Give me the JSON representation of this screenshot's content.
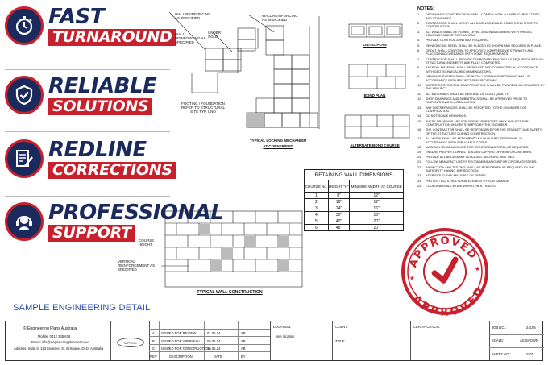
{
  "features": [
    {
      "line1": "FAST",
      "line2": "TURNAROUND",
      "icon": "stopwatch-icon"
    },
    {
      "line1": "RELIABLE",
      "line2": "SOLUTIONS",
      "icon": "shield-check-icon"
    },
    {
      "line1": "REDLINE",
      "line2": "CORRECTIONS",
      "icon": "document-pen-icon"
    },
    {
      "line1": "PROFESSIONAL",
      "line2": "SUPPORT",
      "icon": "headset-icon"
    }
  ],
  "drawing": {
    "locking_title": "TYPICAL LOCKING MECHANISM",
    "locking_sub": "AT CORNER/END",
    "lintel_title": "LINTEL PLAN",
    "bond_title": "BOND PLAN",
    "alt_bond_title": "ALTERNATE BOND COURSE",
    "wall_title": "TYPICAL WALL CONSTRUCTION",
    "footing_label": "FOOTING / FOUNDATION REFER TO STRUCTURAL SITE TYP. UNO",
    "wall_reinf_1": "WALL REINFORCING AS SPECIFIED",
    "wall_reinf_2": "WALL REINFORCING AS SPECIFIED",
    "wall_reinf_3": "WALL REINFORCING AS SPECIFIED",
    "under_sole": "UNDER SOLE",
    "course_height": "COURSE HEIGHT",
    "vert_reinf": "VERTICAL REINFORCEMENT AS SPECIFIED"
  },
  "notes_title": "NOTES:",
  "notes": [
    "DESIGN AND CONSTRUCTION SHALL COMPLY WITH ALL APPLICABLE CODES AND STANDARDS.",
    "CONTRACTOR SHALL VERIFY ALL DIMENSIONS AND CONDITIONS PRIOR TO CONSTRUCTION.",
    "ALL WALLS SHALL BE PLUMB, LEVEL, AND IN ALIGNMENT WITH PROJECT DRAWINGS AND SPECIFICATIONS.",
    "PROVIDE CONTROL JOINTS AS REQUIRED.",
    "REINFORCING STEEL SHALL BE PLACED AS SHOWN AND SECURED IN PLACE.",
    "GROUT SHALL CONFORM TO SPECIFIED COMPRESSIVE STRENGTH AND PLACED IN ACCORDANCE WITH CODE REQUIREMENTS.",
    "CONTRACTOR SHALL PROVIDE TEMPORARY BRACING AS REQUIRED UNTIL ALL STRUCTURAL ELEMENTS ARE FULLY COMPLETED.",
    "BACKFILL MATERIAL SHALL BE PLACED AND COMPACTED IN ACCORDANCE WITH GEOTECHNICAL RECOMMENDATIONS.",
    "DRAINAGE SYSTEM SHALL BE INSTALLED BEHIND RETAINING WALL IN ACCORDANCE WITH PROJECT SPECIFICATIONS.",
    "WATERPROOFING AND DAMPPROOFING SHALL BE PROVIDED AS REQUIRED BY THE PROJECT.",
    "ALL MATERIALS SHALL BE NEW AND OF GOOD QUALITY.",
    "SHOP DRAWINGS AND SUBMITTALS SHALL BE APPROVED PRIOR TO FABRICATION AND INSTALLATION.",
    "ANY DISCREPANCIES SHALL BE REPORTED TO THE ENGINEER FOR CLARIFICATION.",
    "DO NOT SCALE DRAWINGS.",
    "THESE DRAWINGS ARE FOR PERMIT PURPOSES ONLY AND NOT FOR CONSTRUCTION UNLESS STAMPED BY THE ENGINEER.",
    "THE CONTRACTOR SHALL BE RESPONSIBLE FOR THE STABILITY AND SAFETY OF THE STRUCTURE DURING CONSTRUCTION.",
    "ALL WORK SHALL BE PERFORMED BY QUALIFIED PERSONNEL IN ACCORDANCE WITH APPLICABLE CODES.",
    "MAINTAIN MINIMUM COVER FOR REINFORCING STEEL AS REQUIRED.",
    "ENSURE PROPER CONNECTION AND LAPPING OF REINFORCING BARS.",
    "PROVIDE ALL NECESSARY BLOCKING, ANCHORS, AND TIES.",
    "FOLLOW MANUFACTURER'S RECOMMENDATIONS FOR ICF/CMU SYSTEMS.",
    "INSPECTION AND TESTING SHALL BE PERFORMED AS REQUIRED BY THE AUTHORITY HAVING JURISDICTION.",
    "KEEP SITE CLEAN AND FREE OF DEBRIS.",
    "PROTECT ALL STRUCTURAL ELEMENTS FROM DAMAGE.",
    "COORDINATE ALL WORK WITH OTHER TRADES."
  ],
  "table": {
    "caption": "RETAINING WALL DIMENSIONS",
    "headers": [
      "COURSE No.",
      "HEIGHT \"H\"",
      "MINIMUM WIDTH AT COURSE"
    ],
    "rows": [
      [
        "1",
        "8\"",
        "12\""
      ],
      [
        "2",
        "16\"",
        "12\""
      ],
      [
        "3",
        "24\"",
        "16\""
      ],
      [
        "4",
        "32\"",
        "16\""
      ],
      [
        "5",
        "40\"",
        "20\""
      ],
      [
        "6",
        "48\"",
        "20\""
      ]
    ]
  },
  "sample_title": "SAMPLE ENGINEERING DETAIL",
  "stamp": {
    "top": "APPROVED",
    "bottom": "APPROVED"
  },
  "titleblock": {
    "company": "© Engineering Plans Australia",
    "mobile": "Mobile: 0412 345 678",
    "email": "Email: info@engineeringplans.com.au",
    "address": "Address: Suite 5, 123 Engineer St, Brisbane, QLD, Australia",
    "logo_text": "C.P.E.A.",
    "revisions": [
      {
        "rev": "A",
        "desc": "ISSUED FOR REVIEW",
        "date": "01.05.24",
        "by": "AB"
      },
      {
        "rev": "B",
        "desc": "ISSUED FOR APPROVAL",
        "date": "05.05.24",
        "by": "AB"
      },
      {
        "rev": "C",
        "desc": "ISSUED FOR CONSTRUCTION",
        "date": "15.05.24",
        "by": "AB"
      }
    ],
    "rev_header": {
      "rev": "REV",
      "desc": "DESCRIPTION",
      "date": "DATE",
      "by": "BY"
    },
    "location_label": "LOCATION:",
    "location_value": "see location",
    "client_label": "CLIENT:",
    "title_label": "TITLE:",
    "certification_label": "CERTIFICATION:",
    "job_no_label": "JOB NO.:",
    "job_no": "24105",
    "scale_label": "SCALE:",
    "scale": "AS SHOWN",
    "sheet_no_label": "SHEET NO.:",
    "sheet_no": "S-01"
  }
}
